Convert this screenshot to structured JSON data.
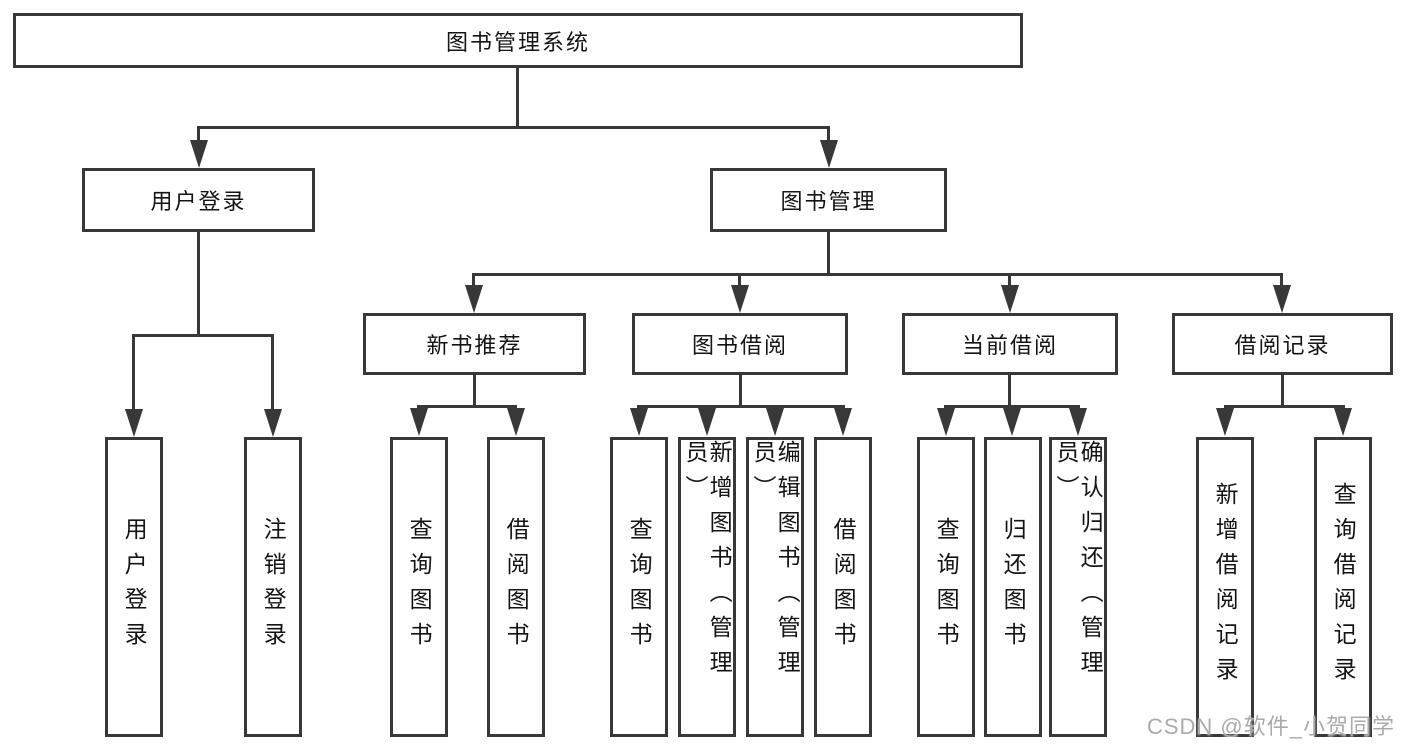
{
  "tree": {
    "root": {
      "label": "图书管理系统"
    },
    "branches": [
      {
        "label": "用户登录",
        "children": [
          {
            "label": "用户登录"
          },
          {
            "label": "注销登录"
          }
        ]
      },
      {
        "label": "图书管理",
        "children": [
          {
            "label": "新书推荐",
            "children": [
              {
                "label": "查询图书"
              },
              {
                "label": "借阅图书"
              }
            ]
          },
          {
            "label": "图书借阅",
            "children": [
              {
                "label": "查询图书"
              },
              {
                "label": "新增图书（管理员）"
              },
              {
                "label": "编辑图书（管理员）"
              },
              {
                "label": "借阅图书"
              }
            ]
          },
          {
            "label": "当前借阅",
            "children": [
              {
                "label": "查询图书"
              },
              {
                "label": "归还图书"
              },
              {
                "label": "确认归还（管理员）"
              }
            ]
          },
          {
            "label": "借阅记录",
            "children": [
              {
                "label": "新增借阅记录"
              },
              {
                "label": "查询借阅记录"
              }
            ]
          }
        ]
      }
    ]
  },
  "watermark": {
    "text": "CSDN @软件_小贺同学"
  },
  "colors": {
    "line": "#383838",
    "box_border": "#383838",
    "text": "#141414",
    "watermark": "#ababab",
    "background": "#ffffff"
  }
}
